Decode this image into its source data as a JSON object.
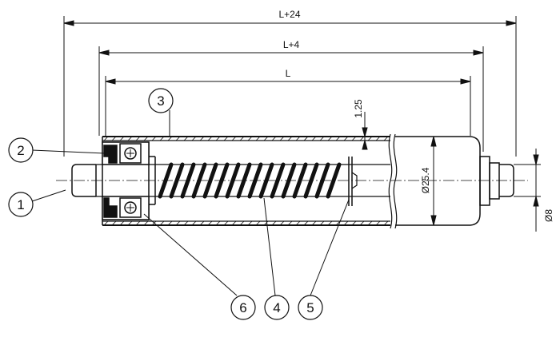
{
  "dimensions": {
    "overall": "L+24",
    "middle": "L+4",
    "inner": "L",
    "wall": "1.25",
    "tube_diameter": "Ø25.4",
    "shaft_diameter": "Ø8"
  },
  "balloons": {
    "b1": "1",
    "b2": "2",
    "b3": "3",
    "b4": "4",
    "b5": "5",
    "b6": "6"
  }
}
